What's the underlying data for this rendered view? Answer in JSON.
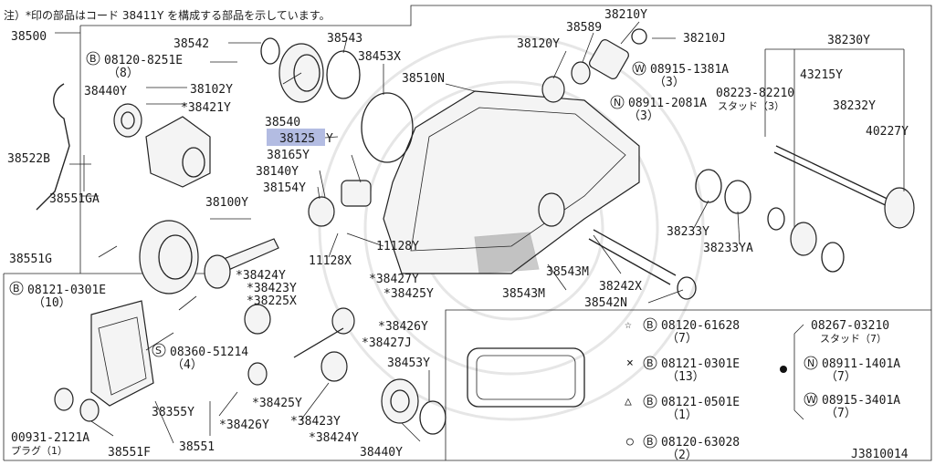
{
  "note": "注）*印の部品はコード 38411Y を構成する部品を示しています。",
  "footer_code": "J3810014",
  "highlighted_part": "38125",
  "labels": {
    "p38500": "38500",
    "p38542": "38542",
    "p38543": "38543",
    "p38453x": "38453X",
    "p38510n": "38510N",
    "p38120y": "38120Y",
    "p38589": "38589",
    "p38210y": "38210Y",
    "p38210j": "38210J",
    "p38230y": "38230Y",
    "b08120_8251e": "08120-8251E",
    "b08120_8251e_q": "（8）",
    "p38102y": "38102Y",
    "p38440y_top": "38440Y",
    "p38421y": "*38421Y",
    "p38540": "38540",
    "p38125": "38125",
    "p38125_suffix": "Y",
    "p38165y": "38165Y",
    "p38140y": "38140Y",
    "p38154y": "38154Y",
    "p38100y": "38100Y",
    "w08915_1381a": "08915-1381A",
    "w08915_1381a_q": "（3）",
    "n08911_2081a": "08911-2081A",
    "n08911_2081a_q": "（3）",
    "p43215y": "43215Y",
    "p08223_82210": "08223-82210",
    "stud3": "スタッド（3）",
    "p38232y": "38232Y",
    "p40227y": "40227Y",
    "p38522b": "38522B",
    "p38551ga": "38551GA",
    "p38551g": "38551G",
    "p11128y": "11128Y",
    "p11128x": "11128X",
    "p38233y": "38233Y",
    "p38233ya": "38233YA",
    "p38543m_a": "38543M",
    "p38543m_b": "38543M",
    "p38242x": "38242X",
    "p38542n": "38542N",
    "b08121_0301e": "08121-0301E",
    "b08121_0301e_q": "（10）",
    "p38424y_a": "*38424Y",
    "p38423y_a": "*38423Y",
    "p38225x": "*38225X",
    "p38427y": "*38427Y",
    "p38425y_a": "*38425Y",
    "p38426y_a": "*38426Y",
    "p38427j": "*38427J",
    "s08360_51214": "08360-51214",
    "s08360_51214_q": "（4）",
    "p38453y": "38453Y",
    "p38355y": "38355Y",
    "p38425y_b": "*38425Y",
    "p38426y_b": "*38426Y",
    "p38423y_b": "*38423Y",
    "p38424y_b": "*38424Y",
    "p38440y_bot": "38440Y",
    "p00931_2121a": "00931-2121A",
    "plug1": "プラグ（1）",
    "p38551f": "38551F",
    "p38551": "38551"
  },
  "legend": [
    {
      "symbol": "☆",
      "prefix": "B",
      "part": "08120-61628",
      "qty": "（7）"
    },
    {
      "symbol": "×",
      "prefix": "B",
      "part": "08121-0301E",
      "qty": "（13）"
    },
    {
      "symbol": "△",
      "prefix": "B",
      "part": "08121-0501E",
      "qty": "（1）"
    },
    {
      "symbol": "○",
      "prefix": "B",
      "part": "08120-63028",
      "qty": "（2）"
    }
  ],
  "legend_dot": [
    {
      "prefix": "",
      "part": "08267-03210",
      "qty": "スタッド（7）"
    },
    {
      "prefix": "N",
      "part": "08911-1401A",
      "qty": "（7）"
    },
    {
      "prefix": "W",
      "part": "08915-3401A",
      "qty": "（7）"
    }
  ],
  "colors": {
    "line": "#222222",
    "highlight": "#9aa6d8",
    "background": "#ffffff"
  }
}
